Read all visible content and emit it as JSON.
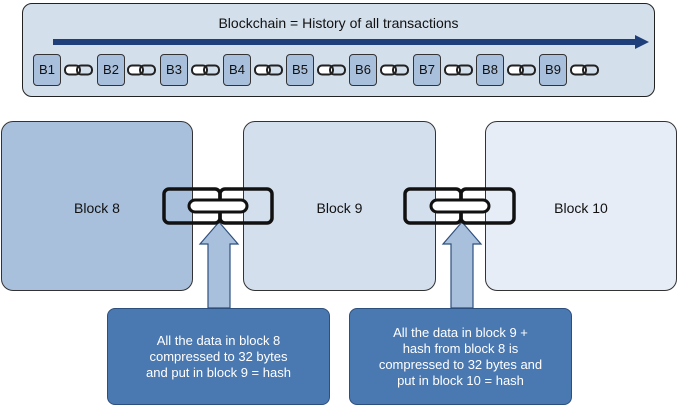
{
  "timeline": {
    "title": "Blockchain = History of all transactions",
    "blocks": [
      "B1",
      "B2",
      "B3",
      "B4",
      "B5",
      "B6",
      "B7",
      "B8",
      "B9"
    ],
    "arrow_icon": "right-arrow-icon",
    "link_icon": "chain-link-icon"
  },
  "blocks": {
    "block8": "Block 8",
    "block9": "Block 9",
    "block10": "Block 10"
  },
  "callouts": {
    "first": [
      "All the data in block 8",
      "compressed to 32 bytes",
      "and put in block 9 = hash"
    ],
    "second": [
      "All the data in block 9 +",
      "hash from block 8 is",
      "compressed to 32 bytes and",
      "put in block 10 = hash"
    ]
  },
  "colors": {
    "panel": "#d4dfec",
    "mini_block": "#a9c0dc",
    "arrow": "#1f3f7a",
    "block8": "#a9c0dc",
    "block9": "#d3dfed",
    "block10": "#e6edf6",
    "callout": "#4a78b0"
  }
}
